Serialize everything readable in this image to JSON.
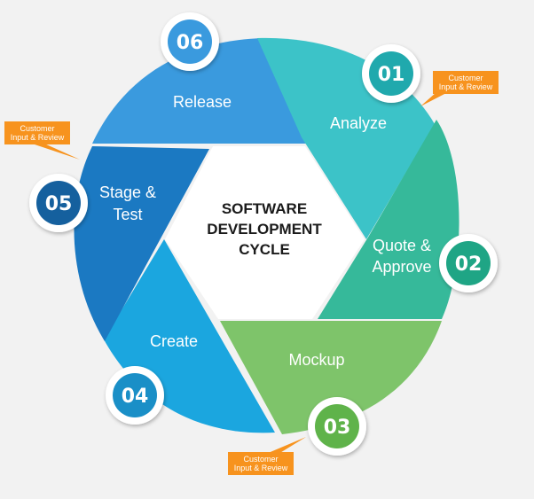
{
  "center_title": [
    "SOFTWARE",
    "DEVELOPMENT",
    "CYCLE"
  ],
  "steps": [
    {
      "number": "01",
      "label": [
        "Analyze"
      ],
      "color": "#3cc3c8"
    },
    {
      "number": "02",
      "label": [
        "Quote &",
        "Approve"
      ],
      "color": "#36b99a"
    },
    {
      "number": "03",
      "label": [
        "Mockup"
      ],
      "color": "#7ec46a"
    },
    {
      "number": "04",
      "label": [
        "Create"
      ],
      "color": "#1ba6df"
    },
    {
      "number": "05",
      "label": [
        "Stage &",
        "Test"
      ],
      "color": "#1b79c2"
    },
    {
      "number": "06",
      "label": [
        "Release"
      ],
      "color": "#3a9ade"
    }
  ],
  "callouts": [
    {
      "lines": [
        "Customer",
        "Input & Review"
      ]
    },
    {
      "lines": [
        "Customer",
        "Input & Review"
      ]
    },
    {
      "lines": [
        "Customer",
        "Input & Review"
      ]
    }
  ],
  "colors": {
    "background": "#f2f2f2",
    "callout": "#f7931e"
  }
}
